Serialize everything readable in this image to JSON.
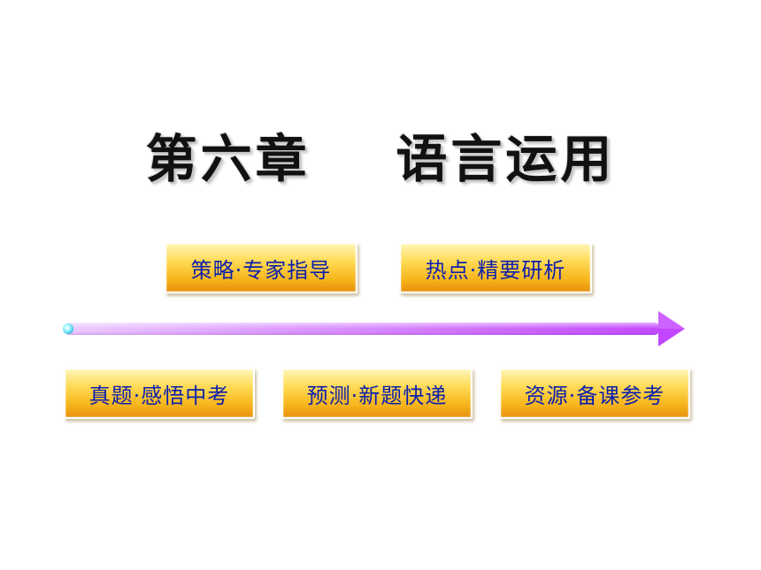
{
  "slide": {
    "title": "第六章    语言运用"
  },
  "buttons": {
    "strategy": "策略·专家指导",
    "hotspot": "热点·精要研析",
    "real_exam": "真题·感悟中考",
    "prediction": "预测·新题快递",
    "resources": "资源·备课参考"
  },
  "colors": {
    "button_text": "#0b1fae",
    "button_gold": "#f6b41a",
    "arrow_light": "#e8b8ff",
    "arrow_dark": "#c245ff"
  }
}
